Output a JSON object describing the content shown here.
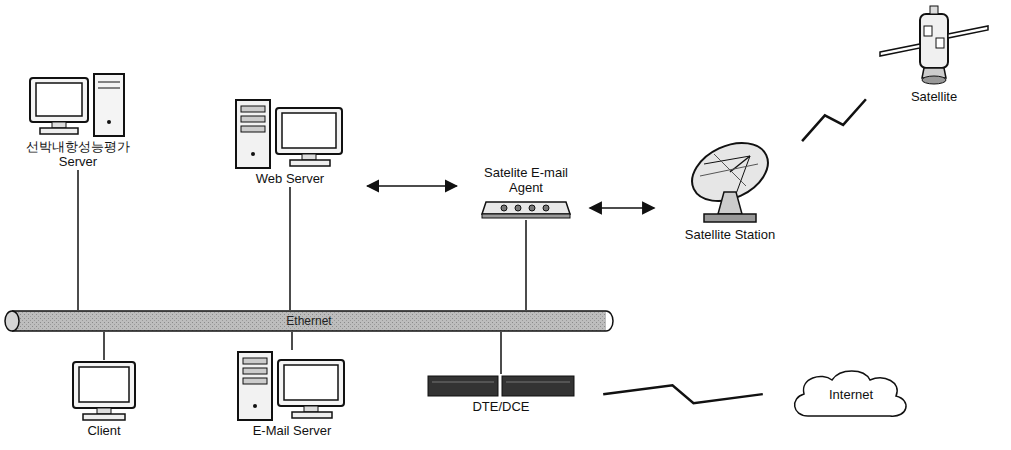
{
  "diagram": {
    "nodes": [
      {
        "text": [
          "선박내항성능평가 Server"
        ]
      },
      {
        "text": [
          "Web Server"
        ]
      },
      {
        "text": [
          "Satelite E-mail Agent"
        ]
      },
      {
        "text": [
          "Satellite Station"
        ]
      },
      {
        "text": [
          "Satellite"
        ]
      },
      {
        "text": [
          "Ethernet"
        ]
      },
      {
        "text": [
          "Client"
        ]
      },
      {
        "text": [
          "E-Mail Server"
        ]
      },
      {
        "text": [
          "DTE/DCE"
        ]
      },
      {
        "text": [
          "Internet"
        ]
      }
    ],
    "edges": [
      {
        "from": 1,
        "to": 2,
        "arrow": "both"
      },
      {
        "from": 2,
        "to": 3,
        "arrow": "both"
      },
      {
        "from": 3,
        "to": 4,
        "arrow": "none"
      },
      {
        "from": 0,
        "to": 5,
        "arrow": "none"
      },
      {
        "from": 1,
        "to": 5,
        "arrow": "none"
      },
      {
        "from": 2,
        "to": 5,
        "arrow": "none"
      },
      {
        "from": 5,
        "to": 6,
        "arrow": "none"
      },
      {
        "from": 5,
        "to": 7,
        "arrow": "none"
      },
      {
        "from": 5,
        "to": 8,
        "arrow": "none"
      },
      {
        "from": 8,
        "to": 9,
        "arrow": "none"
      }
    ]
  }
}
